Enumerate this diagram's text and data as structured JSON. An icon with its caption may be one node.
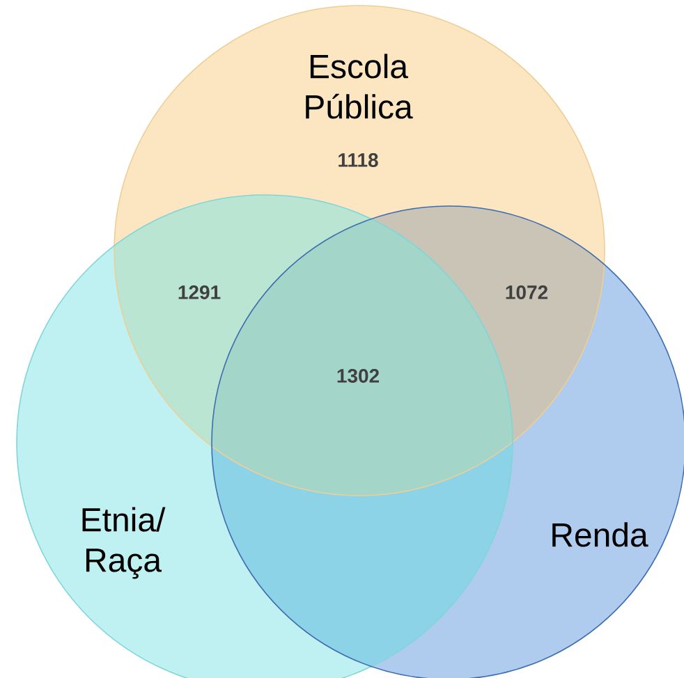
{
  "diagram": {
    "nodes": [
      {
        "text": [
          "Escola Pública"
        ]
      },
      {
        "text": [
          "Etnia/ Raça"
        ]
      },
      {
        "text": [
          "Renda"
        ]
      }
    ],
    "labels": [
      "1118",
      "1291",
      "1072",
      "1302"
    ]
  }
}
